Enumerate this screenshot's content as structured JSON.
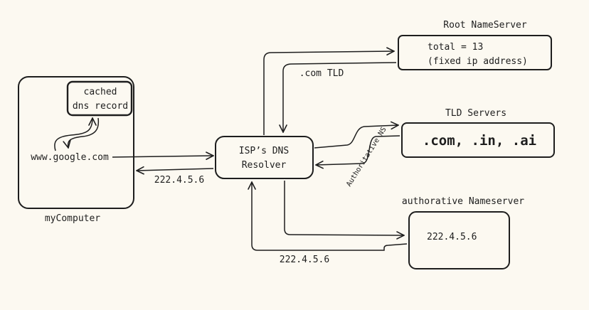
{
  "colors": {
    "background": "#fcf9f1",
    "ink": "#1e1e1e"
  },
  "nodes": {
    "my_computer": {
      "label": "myComputer",
      "query": "www.google.com",
      "cache": {
        "line1": "cached",
        "line2": "dns record"
      }
    },
    "resolver": {
      "line1": "ISP’s DNS",
      "line2": "Resolver"
    },
    "root": {
      "title": "Root NameServer",
      "line1": "total = 13",
      "line2": "(fixed ip address)"
    },
    "tld": {
      "title": "TLD Servers",
      "body": ".com, .in, .ai"
    },
    "authoritative": {
      "title": "authorative Nameserver",
      "body": "222.4.5.6"
    }
  },
  "edges": {
    "root_to_resolver": ".com TLD",
    "tld_to_resolver": "Authoritative NS",
    "resolver_to_computer": "222.4.5.6",
    "authoritative_to_resolver": "222.4.5.6"
  }
}
